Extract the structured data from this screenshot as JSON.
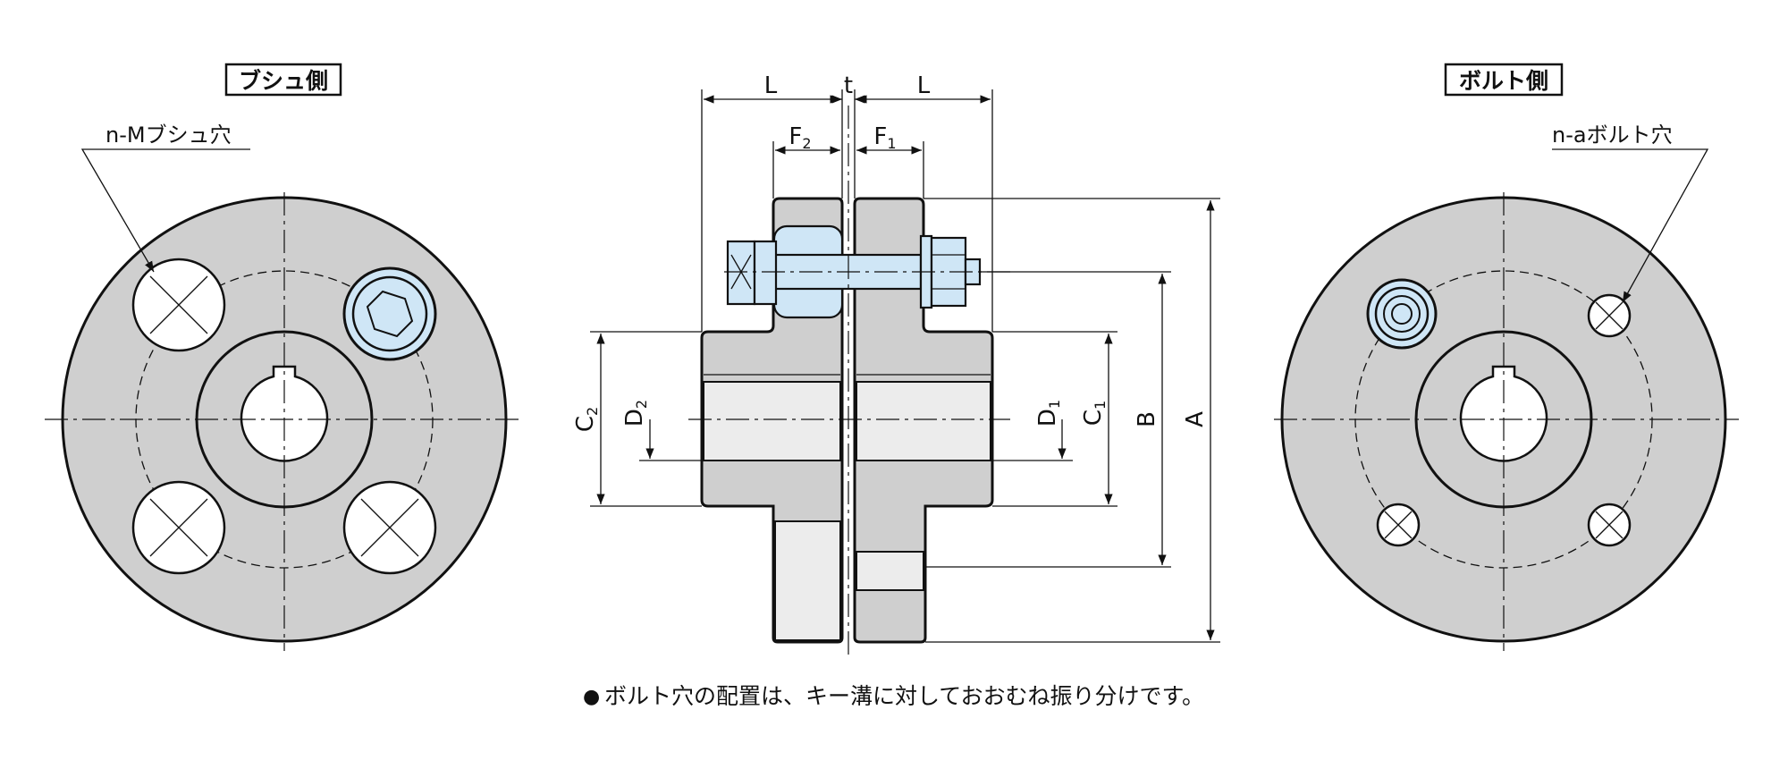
{
  "views": {
    "bush_side_title": "ブシュ側",
    "bolt_side_title": "ボルト側",
    "bush_hole_label": "n-Mブシュ穴",
    "bolt_hole_label": "n-aボルト穴"
  },
  "dimensions": {
    "L_left": "L",
    "t": "t",
    "L_right": "L",
    "F2": "F",
    "F2_sub": "2",
    "F1": "F",
    "F1_sub": "1",
    "C2": "C",
    "C2_sub": "2",
    "D2": "D",
    "D2_sub": "2",
    "D1": "D",
    "D1_sub": "1",
    "C1": "C",
    "C1_sub": "1",
    "B": "B",
    "A": "A"
  },
  "note": {
    "bullet": "●",
    "text": "ボルト穴の配置は、キー溝に対しておおむね振り分けです。"
  }
}
